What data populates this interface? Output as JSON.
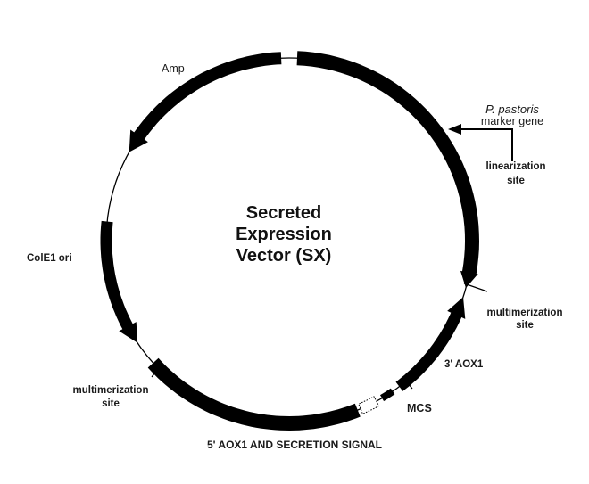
{
  "diagram": {
    "title_lines": [
      "Secreted",
      "Expression",
      "Vector (SX)"
    ],
    "labels": {
      "amp": "Amp",
      "colE1": "ColE1 ori",
      "pastoris": "P. pastoris",
      "marker_gene": "marker gene",
      "linearization_1": "linearization",
      "linearization_2": "site",
      "multimer_right_1": "multimerization",
      "multimer_right_2": "site",
      "aox3": "3' AOX1",
      "mcs": "MCS",
      "multimer_left_1": "multimerization",
      "multimer_left_2": "site",
      "aox5_secretion": "5' AOX1 AND SECRETION SIGNAL"
    },
    "colors": {
      "stroke": "#000000",
      "text": "#1a1a1a",
      "background": "#ffffff"
    }
  }
}
